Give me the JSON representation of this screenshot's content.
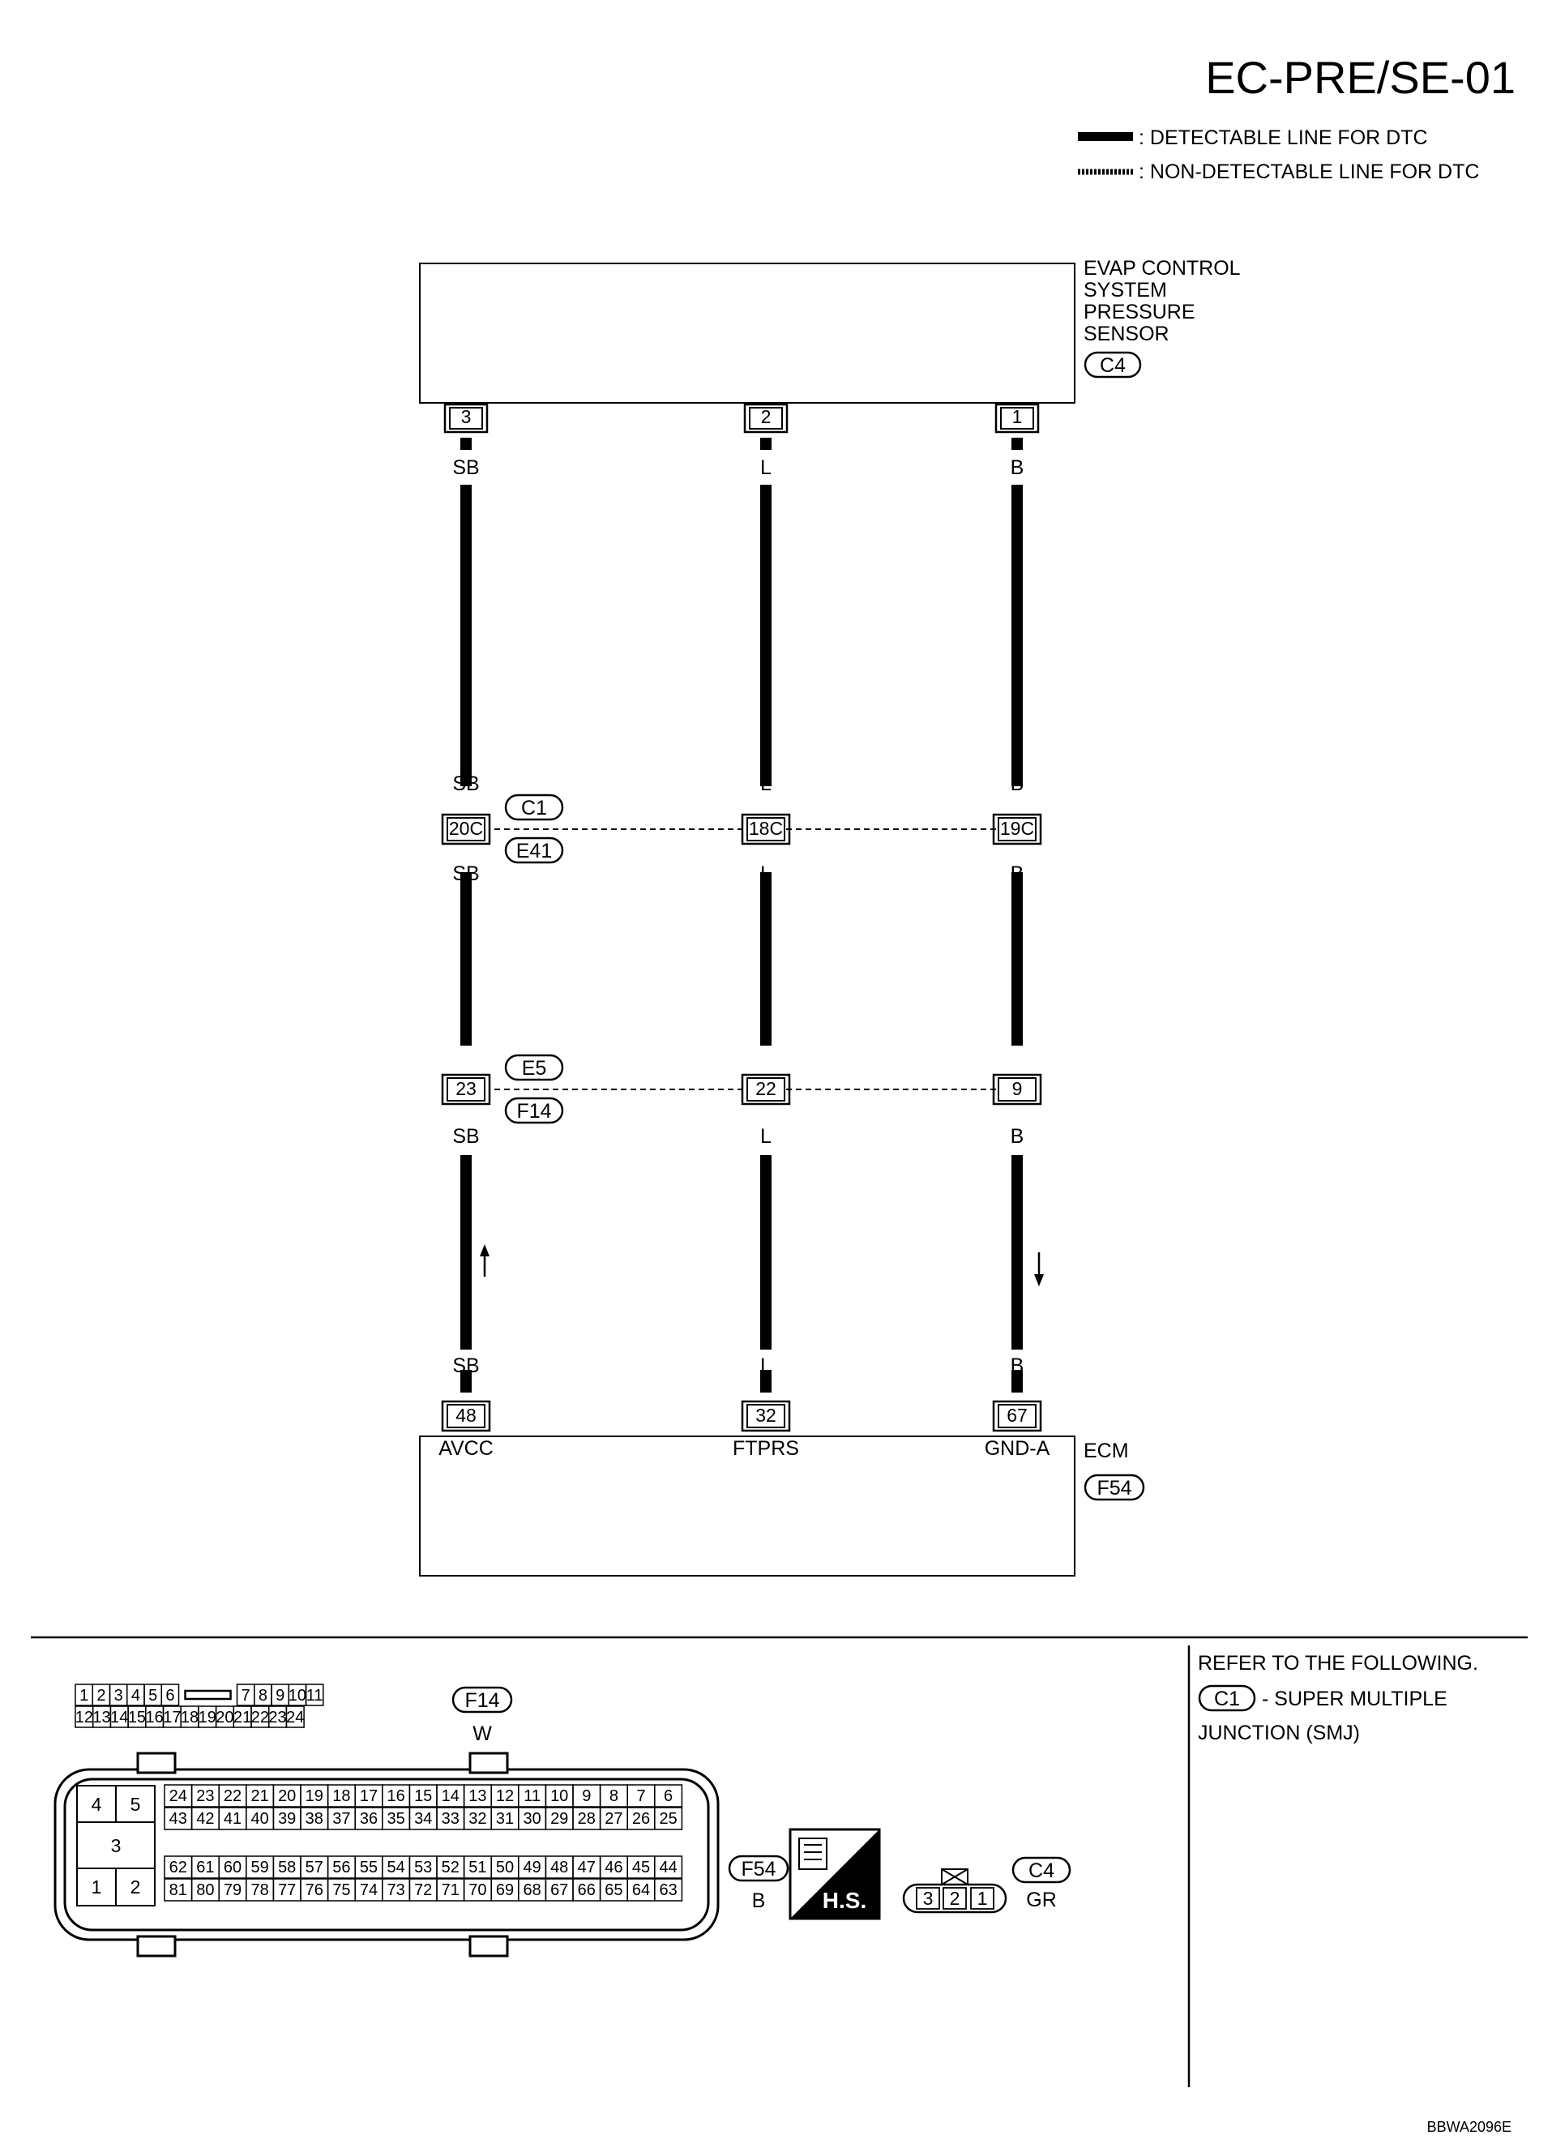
{
  "title": "EC-PRE/SE-01",
  "legend": {
    "detectable": ": DETECTABLE LINE FOR DTC",
    "non_detectable": ": NON-DETECTABLE LINE FOR DTC"
  },
  "sensor": {
    "name_lines": [
      "EVAP CONTROL",
      "SYSTEM",
      "PRESSURE",
      "SENSOR"
    ],
    "connector": "C4"
  },
  "ecm": {
    "name": "ECM",
    "connector": "F54"
  },
  "wires": [
    {
      "top_pin": "3",
      "color": "SB",
      "smj_pin": "20C",
      "joint_pin": "23",
      "ecm_pin": "48",
      "ecm_terminal": "AVCC",
      "arrow": "up"
    },
    {
      "top_pin": "2",
      "color": "L",
      "smj_pin": "18C",
      "joint_pin": "22",
      "ecm_pin": "32",
      "ecm_terminal": "FTPRS",
      "arrow": ""
    },
    {
      "top_pin": "1",
      "color": "B",
      "smj_pin": "19C",
      "joint_pin": "9",
      "ecm_pin": "67",
      "ecm_terminal": "GND-A",
      "arrow": "down"
    }
  ],
  "smj_connectors": [
    "C1",
    "E41"
  ],
  "joint_connectors": [
    "E5",
    "F14"
  ],
  "f14_connector": {
    "id": "F14",
    "color": "W",
    "top_row": [
      "1",
      "2",
      "3",
      "4",
      "5",
      "6",
      "7",
      "8",
      "9",
      "10",
      "11"
    ],
    "bottom_row": [
      "12",
      "13",
      "14",
      "15",
      "16",
      "17",
      "18",
      "19",
      "20",
      "21",
      "22",
      "23",
      "24"
    ]
  },
  "f54_connector": {
    "id": "F54",
    "color": "B",
    "large_pins": [
      "4",
      "5",
      "3",
      "1",
      "2"
    ],
    "row1": [
      "24",
      "23",
      "22",
      "21",
      "20",
      "19",
      "18",
      "17",
      "16",
      "15",
      "14",
      "13",
      "12",
      "11",
      "10",
      "9",
      "8",
      "7",
      "6"
    ],
    "row2": [
      "43",
      "42",
      "41",
      "40",
      "39",
      "38",
      "37",
      "36",
      "35",
      "34",
      "33",
      "32",
      "31",
      "30",
      "29",
      "28",
      "27",
      "26",
      "25"
    ],
    "row3": [
      "62",
      "61",
      "60",
      "59",
      "58",
      "57",
      "56",
      "55",
      "54",
      "53",
      "52",
      "51",
      "50",
      "49",
      "48",
      "47",
      "46",
      "45",
      "44"
    ],
    "row4": [
      "81",
      "80",
      "79",
      "78",
      "77",
      "76",
      "75",
      "74",
      "73",
      "72",
      "71",
      "70",
      "69",
      "68",
      "67",
      "66",
      "65",
      "64",
      "63"
    ]
  },
  "hs_label": "H.S.",
  "c4_connector": {
    "id": "C4",
    "color": "GR",
    "pins": [
      "3",
      "2",
      "1"
    ]
  },
  "refer": {
    "heading": "REFER TO THE FOLLOWING.",
    "connector": "C1",
    "text1": "- SUPER MULTIPLE",
    "text2": "JUNCTION (SMJ)"
  },
  "code": "BBWA2096E"
}
